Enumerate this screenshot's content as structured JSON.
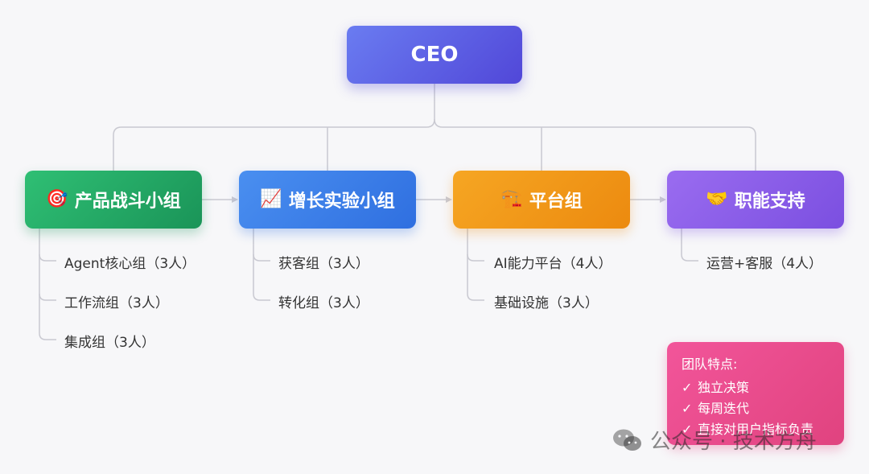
{
  "ceo": {
    "label": "CEO"
  },
  "teams": [
    {
      "emoji": "🎯",
      "label": "产品战斗小组",
      "color": "#1f9e60",
      "subgroups": [
        "Agent核心组（3人）",
        "工作流组（3人）",
        "集成组（3人）"
      ]
    },
    {
      "emoji": "📈",
      "label": "增长实验小组",
      "color": "#3a7fe8",
      "subgroups": [
        "获客组（3人）",
        "转化组（3人）"
      ]
    },
    {
      "emoji": "🏗️",
      "label": "平台组",
      "color": "#f29a18",
      "subgroups": [
        "AI能力平台（4人）",
        "基础设施（3人）"
      ]
    },
    {
      "emoji": "🤝",
      "label": "职能支持",
      "color": "#8a5de8",
      "subgroups": [
        "运营+客服（4人）"
      ]
    }
  ],
  "features": {
    "title": "团队特点:",
    "check": "✓",
    "items": [
      "独立决策",
      "每周迭代",
      "直接对用户指标负责"
    ],
    "color": "#e94b8a"
  },
  "watermark": {
    "text": "公众号 · 技术方舟"
  },
  "colors": {
    "connector": "#c9c9d1",
    "background": "#f7f7f9"
  }
}
